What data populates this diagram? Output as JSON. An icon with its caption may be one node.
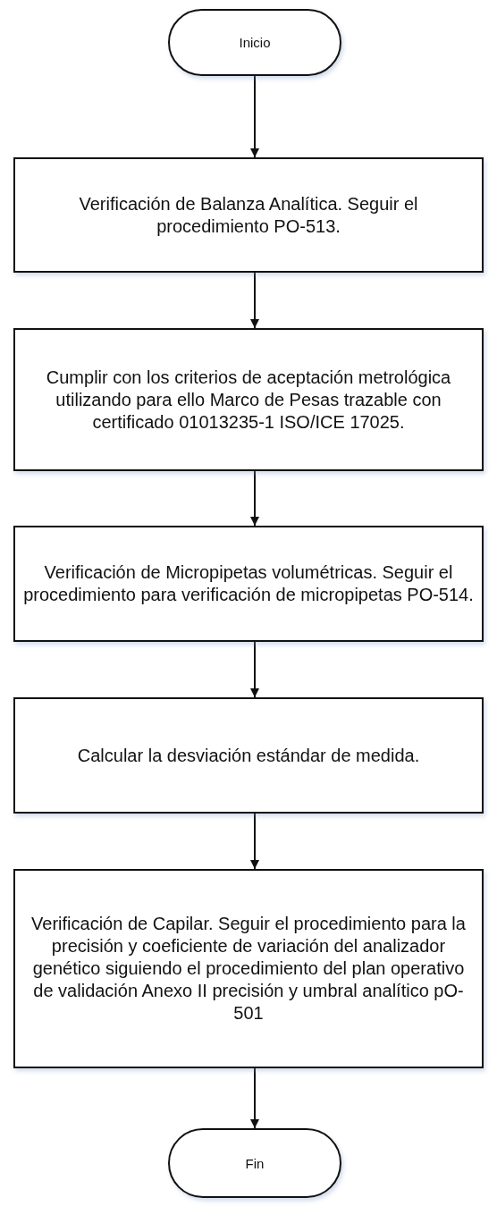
{
  "diagram": {
    "nodes": [
      {
        "text": [
          "Inicio"
        ]
      },
      {
        "text": [
          "Verificación de Balanza Analítica. Seguir el procedimiento PO-513."
        ]
      },
      {
        "text": [
          "Cumplir con los criterios de aceptación metrológica utilizando para ello Marco de Pesas trazable con certificado 01013235-1 ISO/ICE 17025."
        ]
      },
      {
        "text": [
          "Verificación de Micropipetas volumétricas. Seguir el procedimiento para verificación de micropipetas PO-514."
        ]
      },
      {
        "text": [
          "Calcular la desviación estándar de medida."
        ]
      },
      {
        "text": [
          "Verificación de Capilar. Seguir el procedimiento para la precisión y coeficiente de variación del analizador genético siguiendo el procedimiento del plan operativo de validación Anexo II precisión y umbral analítico pO-501"
        ]
      },
      {
        "text": [
          "Fin"
        ]
      }
    ],
    "edges": [
      {
        "from": 0,
        "to": 1,
        "arrow": "to"
      },
      {
        "from": 1,
        "to": 2,
        "arrow": "to"
      },
      {
        "from": 2,
        "to": 3,
        "arrow": "to"
      },
      {
        "from": 3,
        "to": 4,
        "arrow": "to"
      },
      {
        "from": 4,
        "to": 5,
        "arrow": "to"
      },
      {
        "from": 5,
        "to": 6,
        "arrow": "to"
      }
    ]
  }
}
